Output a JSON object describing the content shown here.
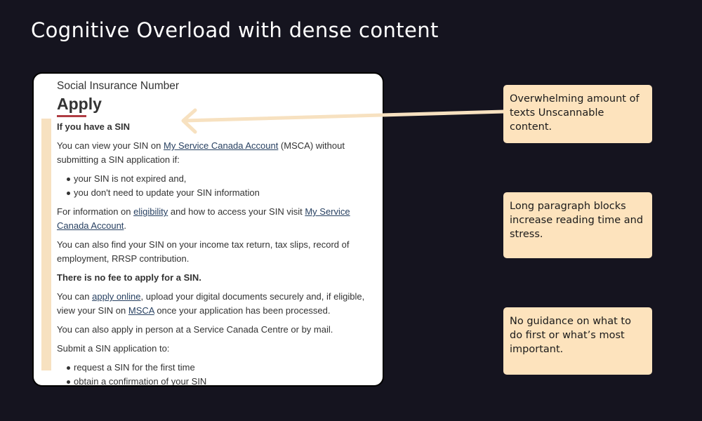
{
  "slide": {
    "title": "Cognitive Overload with dense content"
  },
  "screenshot": {
    "eyebrow": "Social Insurance Number",
    "heading": "Apply",
    "section_title": "If you have a SIN",
    "p1": {
      "before": "You can view your SIN on ",
      "link": "My Service Canada Account",
      "after": " (MSCA) without submitting a SIN application if:"
    },
    "list1": [
      "your SIN is not expired and,",
      "you don't need to update your SIN information"
    ],
    "p2": {
      "before": "For information on ",
      "link1": "eligibility",
      "middle": " and how to access your SIN visit ",
      "link2": "My Service Canada Account",
      "after": "."
    },
    "p3": "You can also find your SIN on your income tax return, tax slips, record of employment, RRSP contribution.",
    "p4": "There is no fee to apply for a SIN.",
    "p5": {
      "before": "You can ",
      "link1": "apply online",
      "middle": ", upload your digital documents securely and, if eligible, view your SIN on ",
      "link2": "MSCA",
      "after": " once your application has been processed."
    },
    "p6": "You can also apply in person at a Service Canada Centre or by mail.",
    "p7": "Submit a SIN application to:",
    "list2": [
      "request a SIN for the first time",
      "obtain a confirmation of your SIN"
    ]
  },
  "notes": [
    "Overwhelming amount of texts Unscannable content.",
    "Long paragraph blocks increase reading time and stress.",
    "No guidance on what to do first or what’s most important."
  ],
  "colors": {
    "background": "#15141f",
    "note_fill": "#fde3bd",
    "arrow": "#f7e1c0",
    "heading_underline": "#af3c43",
    "link": "#284162"
  }
}
